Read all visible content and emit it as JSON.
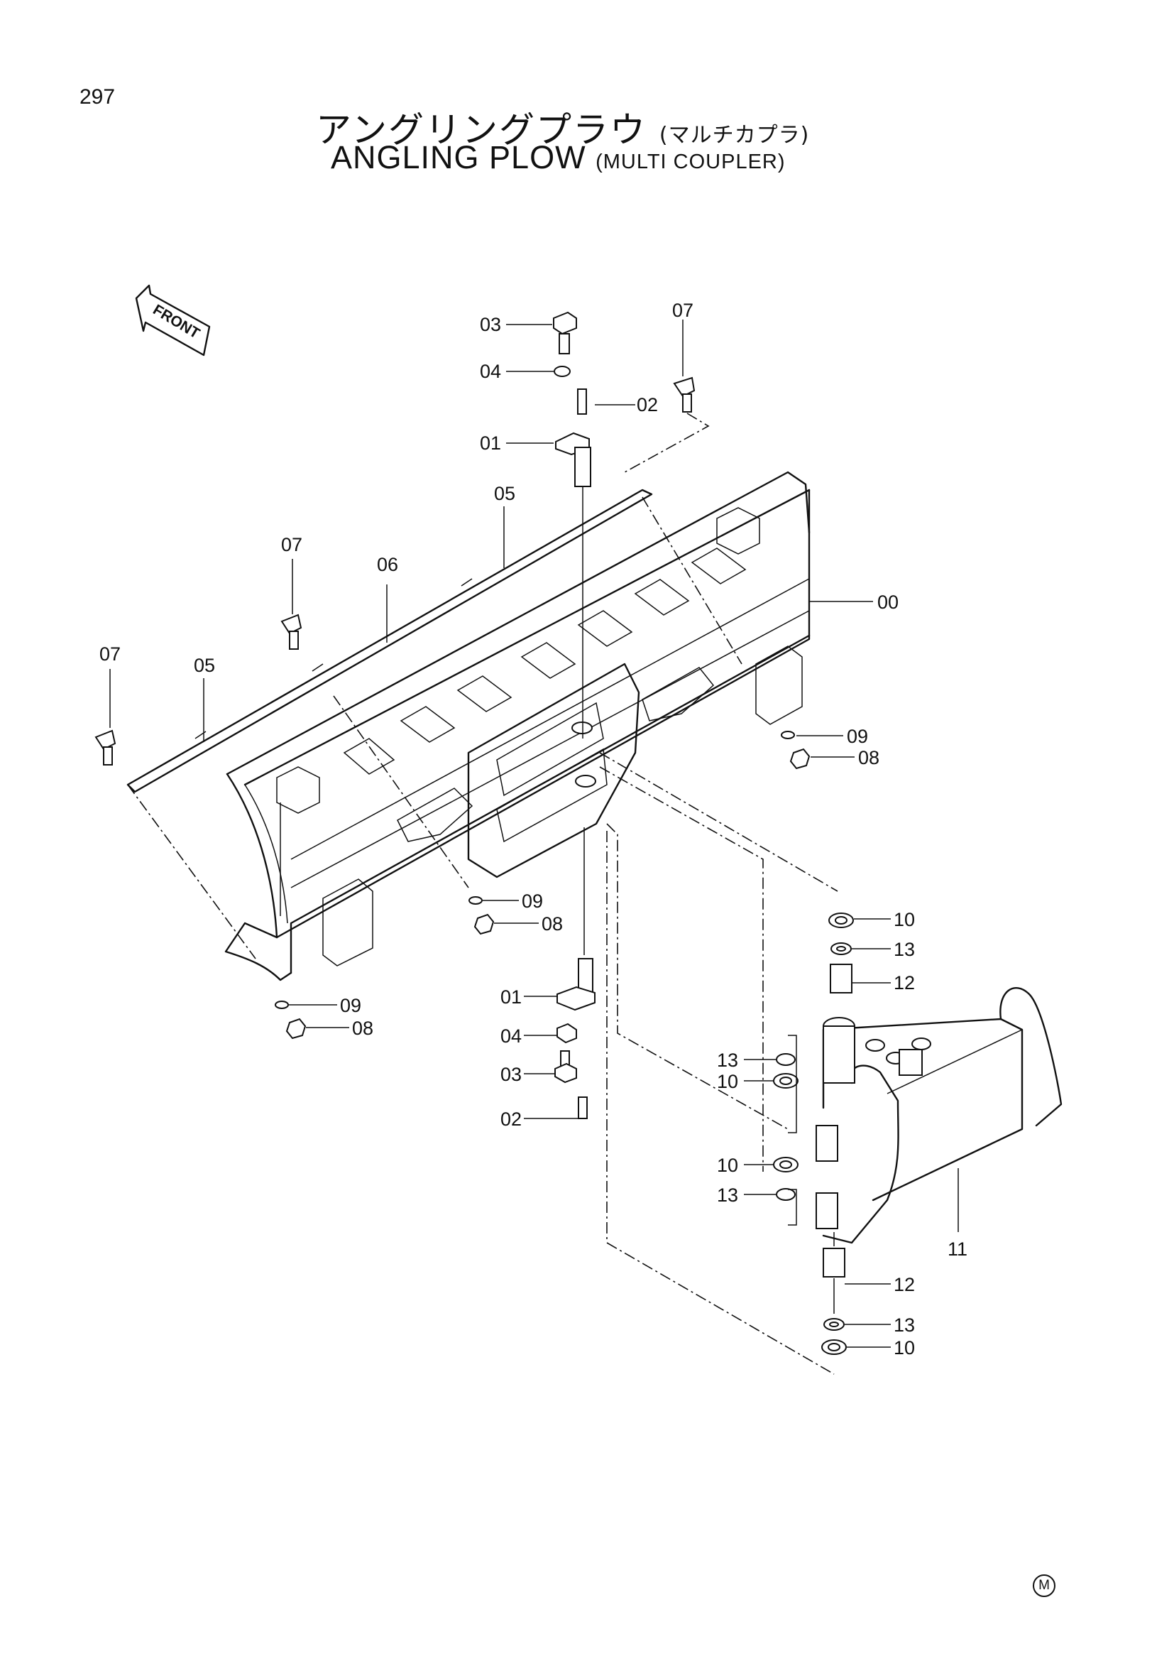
{
  "page_number": "297",
  "title": {
    "jp": "アングリングプラウ",
    "jp_sub": "(マルチカプラ)",
    "en": "ANGLING PLOW",
    "en_sub": "(MULTI COUPLER)"
  },
  "front_arrow_label": "FRONT",
  "corner_mark": "M",
  "callouts": [
    {
      "id": "c-03-top",
      "label": "03"
    },
    {
      "id": "c-04-top",
      "label": "04"
    },
    {
      "id": "c-02-top",
      "label": "02"
    },
    {
      "id": "c-01-top",
      "label": "01"
    },
    {
      "id": "c-07-right",
      "label": "07"
    },
    {
      "id": "c-05-right",
      "label": "05"
    },
    {
      "id": "c-07-mid",
      "label": "07"
    },
    {
      "id": "c-06",
      "label": "06"
    },
    {
      "id": "c-07-left",
      "label": "07"
    },
    {
      "id": "c-05-left",
      "label": "05"
    },
    {
      "id": "c-00",
      "label": "00"
    },
    {
      "id": "c-09-right",
      "label": "09"
    },
    {
      "id": "c-08-right",
      "label": "08"
    },
    {
      "id": "c-09-mid",
      "label": "09"
    },
    {
      "id": "c-08-mid",
      "label": "08"
    },
    {
      "id": "c-09-left",
      "label": "09"
    },
    {
      "id": "c-08-left",
      "label": "08"
    },
    {
      "id": "c-01-bot",
      "label": "01"
    },
    {
      "id": "c-04-bot",
      "label": "04"
    },
    {
      "id": "c-03-bot",
      "label": "03"
    },
    {
      "id": "c-02-bot",
      "label": "02"
    },
    {
      "id": "c-10-a",
      "label": "10"
    },
    {
      "id": "c-13-a",
      "label": "13"
    },
    {
      "id": "c-12-a",
      "label": "12"
    },
    {
      "id": "c-13-b",
      "label": "13"
    },
    {
      "id": "c-10-b",
      "label": "10"
    },
    {
      "id": "c-10-c",
      "label": "10"
    },
    {
      "id": "c-13-c",
      "label": "13"
    },
    {
      "id": "c-11",
      "label": "11"
    },
    {
      "id": "c-12-b",
      "label": "12"
    },
    {
      "id": "c-13-d",
      "label": "13"
    },
    {
      "id": "c-10-d",
      "label": "10"
    }
  ]
}
